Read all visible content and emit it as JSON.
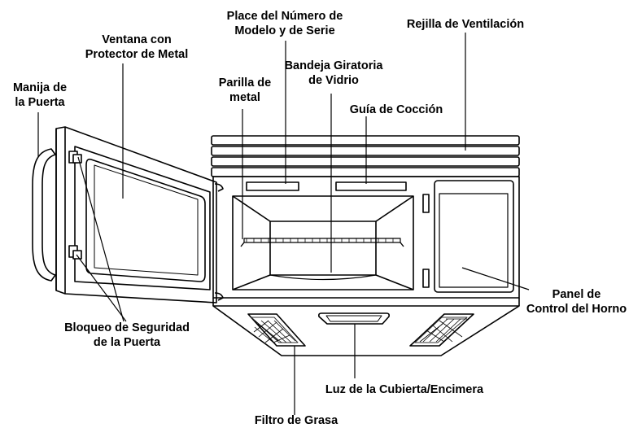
{
  "diagram": {
    "labels": {
      "door_handle": [
        "Manija de",
        "la Puerta"
      ],
      "window": [
        "Ventana con",
        "Protector de Metal"
      ],
      "model_plate": [
        "Place del Número de",
        "Modelo y de Serie"
      ],
      "vent_grille": [
        "Rejilla de Ventilación"
      ],
      "turntable": [
        "Bandeja Giratoria",
        "de Vidrio"
      ],
      "metal_rack": [
        "Parilla de",
        "metal"
      ],
      "cooking_guide": [
        "Guía de Cocción"
      ],
      "control_panel": [
        "Panel de",
        "Control del Horno"
      ],
      "safety_lock": [
        "Bloqueo de Seguridad",
        "de la Puerta"
      ],
      "cooktop_light": [
        "Luz de la Cubierta/Encimera"
      ],
      "grease_filter": [
        "Filtro de Grasa"
      ]
    }
  }
}
